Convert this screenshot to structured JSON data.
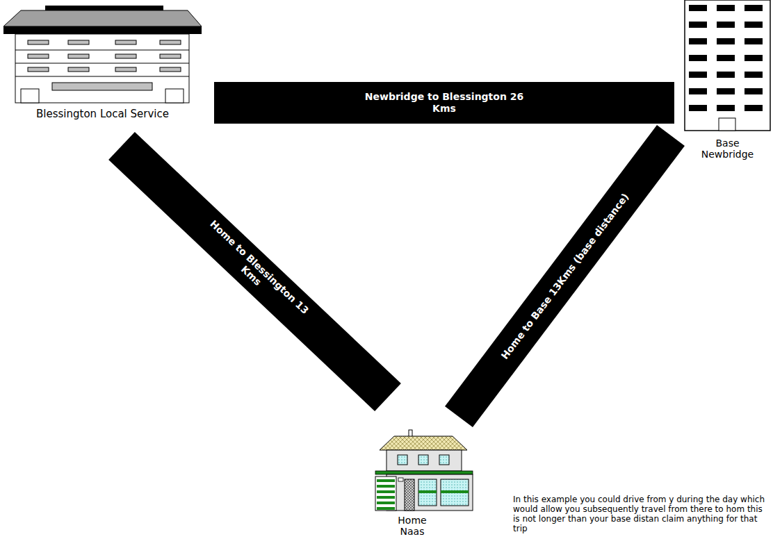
{
  "diagram": {
    "nodes": [
      {
        "text": [
          "Blessington Local Service"
        ]
      },
      {
        "text": [
          "Base Newbridge"
        ]
      },
      {
        "text": [
          "Home Naas"
        ]
      }
    ],
    "edges": [
      {
        "from": 0,
        "to": 1,
        "arrow": "none",
        "label": "Newbridge to Blessington 26 Kms"
      },
      {
        "from": 2,
        "to": 0,
        "arrow": "none",
        "label": "Home to Blessington 13 Kms"
      },
      {
        "from": 2,
        "to": 1,
        "arrow": "none",
        "label": "Home to Base 13Kms (base distance)"
      }
    ],
    "labels": [
      "In this example you could drive from y during the day which would allow you subsequently travel from there to hom this is not longer than your base distan claim anything for that trip"
    ]
  }
}
